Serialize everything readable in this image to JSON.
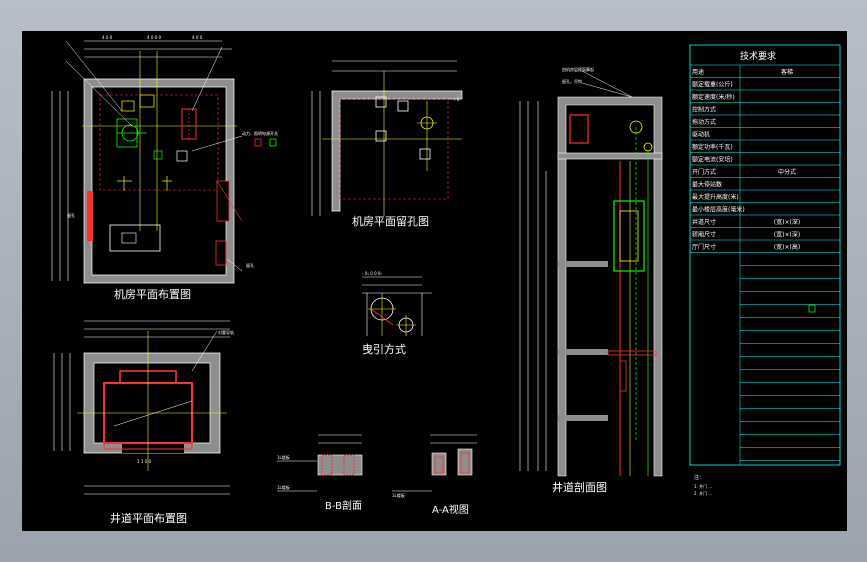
{
  "titles": {
    "machine_room_layout": "机房平面布置图",
    "machine_room_holes": "机房平面留孔图",
    "traction": "曳引方式",
    "shaft_layout": "井道平面布置图",
    "section_bb": "B-B剖面",
    "view_aa": "A-A视图",
    "shaft_section": "井道剖面图"
  },
  "spec_table": {
    "header": "技术要求",
    "rows": [
      {
        "label": "用途",
        "value": "客梯"
      },
      {
        "label": "额定载重(公斤)",
        "value": ""
      },
      {
        "label": "额定速度(米/秒)",
        "value": ""
      },
      {
        "label": "控制方式",
        "value": ""
      },
      {
        "label": "拖动方式",
        "value": ""
      },
      {
        "label": "驱动机",
        "value": ""
      },
      {
        "label": "额定功率(千瓦)",
        "value": ""
      },
      {
        "label": "额定电流(安培)",
        "value": ""
      },
      {
        "label": "开门方式",
        "value": "中分式"
      },
      {
        "label": "最大停站数",
        "value": ""
      },
      {
        "label": "最大提升高度(米)",
        "value": ""
      },
      {
        "label": "最小楼层高度(毫米)",
        "value": ""
      },
      {
        "label": "井道尺寸",
        "value": "(宽)×(深)"
      },
      {
        "label": "轿厢尺寸",
        "value": "(宽)×(深)"
      },
      {
        "label": "厅门尺寸",
        "value": "(宽)×(高)"
      }
    ]
  },
  "notes": {
    "label": "注："
  }
}
